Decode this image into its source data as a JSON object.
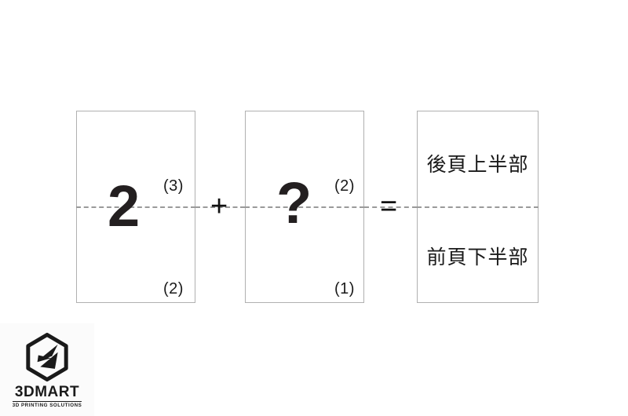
{
  "diagram": {
    "type": "page-split-fold-illustration",
    "cards": [
      {
        "id": "card-1",
        "glyph": "2",
        "label_top": "(3)",
        "label_bottom": "(2)",
        "has_fold_line": true
      },
      {
        "id": "card-2",
        "glyph": "?",
        "label_top": "(2)",
        "label_bottom": "(1)",
        "has_fold_line": true
      },
      {
        "id": "card-3",
        "text_top": "後頁上半部",
        "text_bottom": "前頁下半部",
        "has_fold_line": true
      }
    ],
    "operators": {
      "plus": "+",
      "equals": "="
    }
  },
  "brand": {
    "mark_icon": "hexagon-3d-mark-icon",
    "wordmark": "3DMART",
    "tagline": "3D PRINTING SOLUTIONS"
  },
  "colors": {
    "background": "#ffffff",
    "card_border": "#b0b0b0",
    "fold_line": "#9a9a9a",
    "text": "#1a1a1a",
    "glyph": "#231f20"
  }
}
